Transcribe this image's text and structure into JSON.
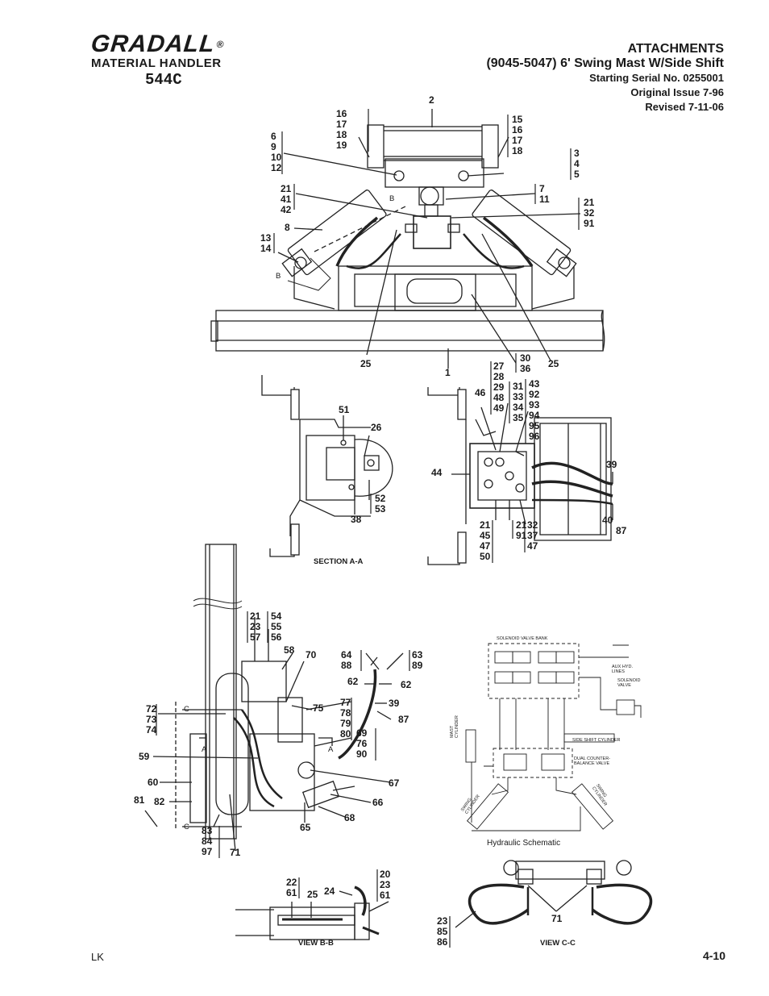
{
  "brand": {
    "name": "GRADALL",
    "reg": "®",
    "product": "MATERIAL HANDLER",
    "model": "544C"
  },
  "header": {
    "title": "ATTACHMENTS",
    "subtitle": "(9045-5047) 6' Swing Mast W/Side Shift",
    "serial": "Starting Serial No. 0255001",
    "issue": "Original Issue 7-96",
    "revised": "Revised 7-11-06"
  },
  "callouts": {
    "c1": "2",
    "c2": "16\n17\n18\n19",
    "c3": "15\n16\n17\n18",
    "c4": "6\n9\n10\n12",
    "c5": "3\n4\n5",
    "c6": "21\n41\n42",
    "c7": "7\n11",
    "c8": "21\n32\n91",
    "c9": "8",
    "c10": "13\n14",
    "c11": "B",
    "c12": "B",
    "c13": "25",
    "c14": "1",
    "c15": "30\n36",
    "c16": "25",
    "c17": "27\n28\n29\n48\n49",
    "c18": "43\n92\n93\n94\n95\n96",
    "c19": "31\n33\n34\n35",
    "c20": "46",
    "c21": "51",
    "c22": "26",
    "c23": "44",
    "c24": "39",
    "c25": "52\n53",
    "c26": "38",
    "c27": "21\n45\n47\n50",
    "c28": "21\n91",
    "c29": "32\n37\n47",
    "c30": "40",
    "c31": "87",
    "c32": "21\n23\n57",
    "c33": "54\n55\n56",
    "c34": "58",
    "c35": "70",
    "c36": "64\n88",
    "c37": "63\n89",
    "c38": "62",
    "c39": "62",
    "c40": "72\n73\n74",
    "c41": "C",
    "c42": "75",
    "c43": "77\n78\n79\n80",
    "c44": "39",
    "c45": "87",
    "c46": "69\n76\n90",
    "c47": "A",
    "c48": "A",
    "c49": "59",
    "c50": "60",
    "c51": "67",
    "c52": "81",
    "c53": "82",
    "c54": "66",
    "c55": "68",
    "c56": "65",
    "c57": "C",
    "c58": "83\n84\n97",
    "c59": "71",
    "c60": "22\n61",
    "c61": "25",
    "c62": "24",
    "c63": "20\n23\n61",
    "c64": "71",
    "c65": "23\n85\n86"
  },
  "captions": {
    "section_aa": "SECTION A-A",
    "hydraulic": "Hydraulic Schematic",
    "view_bb": "VIEW B-B",
    "view_cc": "VIEW C-C"
  },
  "schematic_labels": {
    "bank": "SOLENOID VALVE BANK",
    "aux": "AUX HYD.\nLINES",
    "solenoid": "SOLENOID\nVALVE",
    "mast": "MAST\nCYLINDER",
    "sideshift": "SIDE SHIFT CYLINDER",
    "counter": "DUAL COUNTER-\nBALANCE VALVE",
    "swing_l": "SWING\nCYLINDER",
    "swing_r": "SWING\nCYLINDER"
  },
  "footer": {
    "left": "LK",
    "page": "4-10"
  }
}
